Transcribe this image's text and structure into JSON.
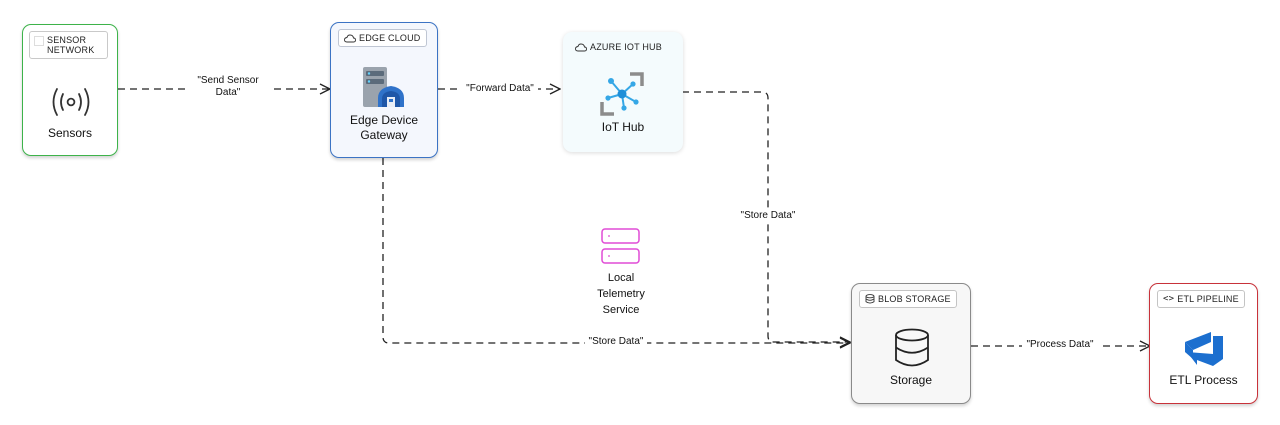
{
  "nodes": {
    "sensors": {
      "tag": "SENSOR NETWORK",
      "tag_lines": [
        "SENSOR",
        "NETWORK"
      ],
      "label": "Sensors",
      "icon": "antenna-icon",
      "border_color": "#3db34a"
    },
    "edge": {
      "tag": "EDGE CLOUD",
      "label_lines": [
        "Edge Device",
        "Gateway"
      ],
      "icon": "server-gateway-icon",
      "border_color": "#3b73c4",
      "fill_color": "#f4f7fd"
    },
    "hub": {
      "tag": "AZURE IOT HUB",
      "label": "IoT Hub",
      "icon": "iot-hub-icon",
      "fill_color": "#f4fbfd"
    },
    "storage": {
      "tag": "BLOB STORAGE",
      "label": "Storage",
      "icon": "database-icon",
      "border_color": "#8a8a8a",
      "fill_color": "#f7f7f7"
    },
    "etl": {
      "tag": "ETL PIPELINE",
      "label": "ETL Process",
      "icon": "azure-devops-icon",
      "border_color": "#c8323a"
    }
  },
  "local_service": {
    "label_lines": [
      "Local",
      "Telemetry",
      "Service"
    ],
    "icon": "stacked-server-icon",
    "color": "#e04cd6"
  },
  "edges": {
    "send": {
      "label_lines": [
        "\"Send Sensor",
        "Data\""
      ]
    },
    "forward": {
      "label": "\"Forward Data\""
    },
    "store_hub": {
      "label": "\"Store Data\""
    },
    "store_edge": {
      "label": "\"Store Data\""
    },
    "process": {
      "label": "\"Process Data\""
    }
  },
  "colors": {
    "edge_line": "#222222",
    "hub_icon_blue": "#35a7e6",
    "hub_icon_gray": "#8c8c8c",
    "devops_blue": "#1c6fcf"
  }
}
